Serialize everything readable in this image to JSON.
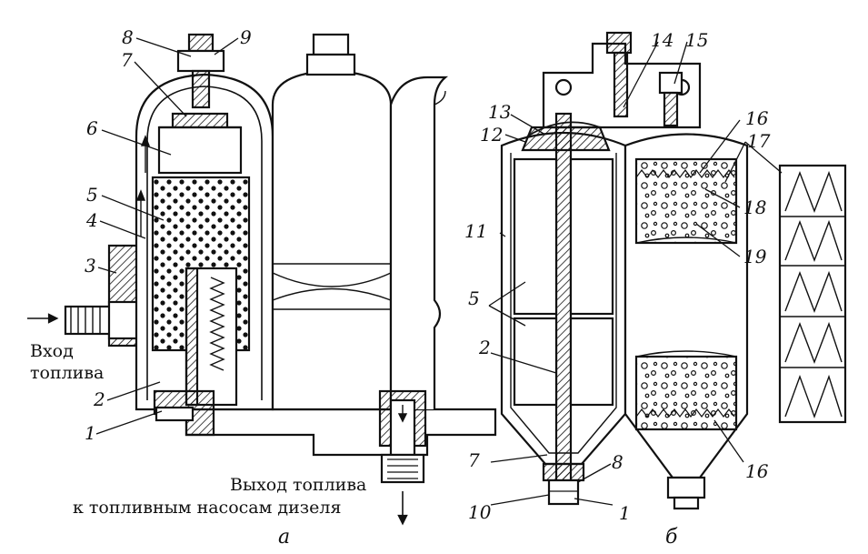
{
  "labels_a": [
    "1",
    "2",
    "3",
    "4",
    "5",
    "6",
    "7",
    "8",
    "9"
  ],
  "labels_b": [
    "1",
    "2",
    "5",
    "7",
    "8",
    "10",
    "11",
    "12",
    "13",
    "14",
    "15",
    "16",
    "16",
    "17",
    "18",
    "19"
  ],
  "captions": {
    "inlet_line1": "Вход",
    "inlet_line2": "топлива",
    "outlet_line1": "Выход топлива",
    "outlet_line2": "к топливным насосам дизеля"
  },
  "subfigures": {
    "a": "а",
    "b": "б"
  }
}
